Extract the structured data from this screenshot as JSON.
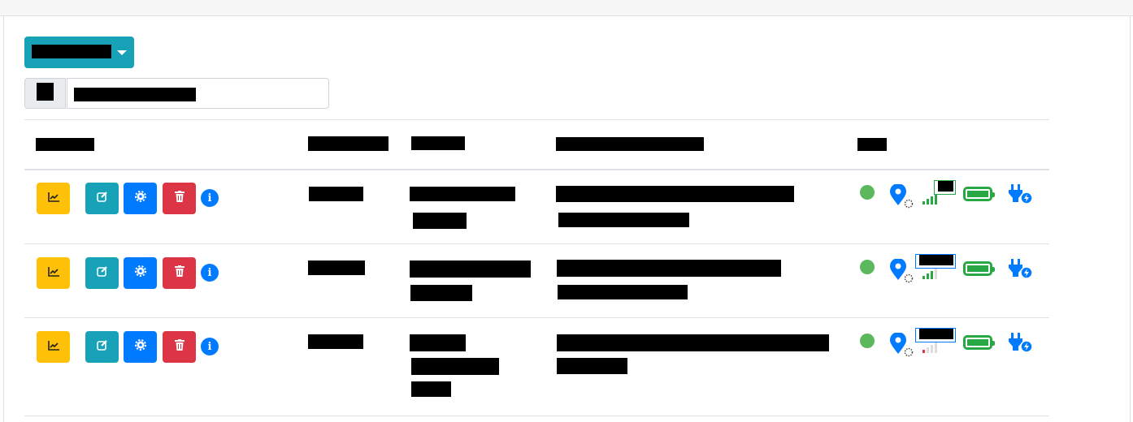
{
  "colors": {
    "primary": "#007bff",
    "info": "#17a2b8",
    "warning": "#ffc107",
    "danger": "#dc3545",
    "success": "#28a745",
    "status_online": "#5cb85c"
  },
  "row_actions": [
    "chart-button",
    "edit-button",
    "settings-button",
    "delete-button",
    "info-button"
  ],
  "info_glyph": "i",
  "rows": [
    {
      "status": "online",
      "signal_level": 4,
      "signal_color": "#28a745",
      "battery_percent": 100,
      "power": "charging"
    },
    {
      "status": "online",
      "signal_level": 3,
      "signal_color": "#28a745",
      "battery_percent": 100,
      "power": "charging"
    },
    {
      "status": "online",
      "signal_level": 1,
      "signal_color": "#dc3545",
      "battery_percent": 100,
      "power": "charging"
    }
  ]
}
